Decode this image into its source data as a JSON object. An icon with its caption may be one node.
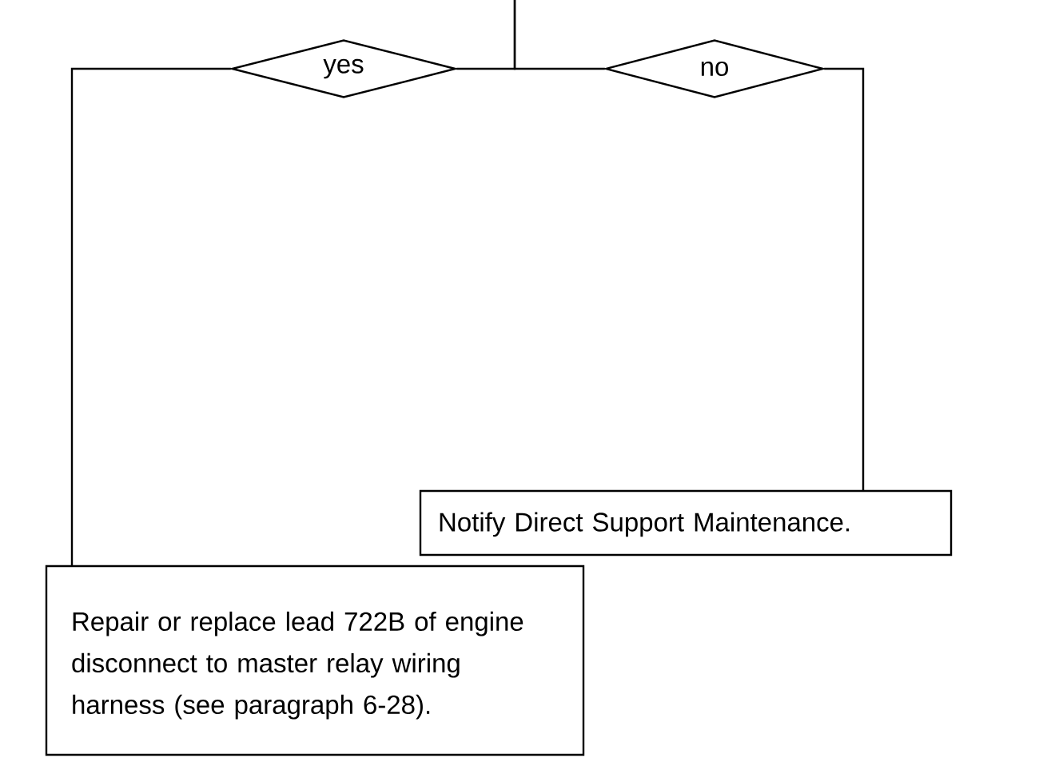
{
  "diagram": {
    "nodes": [
      {
        "text": [
          "yes"
        ]
      },
      {
        "text": [
          "no"
        ]
      },
      {
        "text": [
          "Notify Direct Support Maintenance."
        ]
      },
      {
        "text": [
          "Repair or replace lead 722B of engine disconnect to master relay wiring harness (see paragraph 6-28)."
        ]
      }
    ],
    "edges": [
      {
        "from": null,
        "to": 0,
        "arrow": "none"
      },
      {
        "from": null,
        "to": 1,
        "arrow": "none"
      },
      {
        "from": 0,
        "to": 3,
        "arrow": "none"
      },
      {
        "from": 1,
        "to": 2,
        "arrow": "none"
      }
    ]
  }
}
